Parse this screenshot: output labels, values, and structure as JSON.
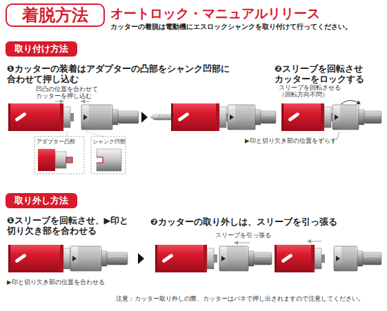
{
  "diagram": {
    "title": "オートロック・マニュアルリリース",
    "nodes": [
      {
        "text": [
          "着脱方法"
        ]
      },
      {
        "text": [
          "取り付け方法"
        ]
      },
      {
        "text": [
          "取り外し方法"
        ]
      }
    ],
    "labels": [
      "カッターの着脱は電動機にエスロックシャンクを取り付けて行ってください。",
      "❶カッターの装着はアダプターの凸部をシャンク凹部に 合わせて押し込む",
      "凹凸の位置を合わせて カッターを押し込む",
      "アダプター凸部",
      "シャンク凹部",
      "❷スリーブを回転させ カッターをロックする",
      "スリーブを回転させる （回転方向不問）",
      "▶印と切り欠き部の位置をずらす",
      "❶スリーブを回転させ、▶印と 切り欠き部を合わせる",
      "▶印と切り欠き部の位置を合わせる",
      "❷カッターの取り外しは、スリーブを引っ張る",
      "スリーブを引っ張る",
      "注意：カッター取り外しの際、カッターはバネで押し出されますので注意してください。"
    ]
  }
}
